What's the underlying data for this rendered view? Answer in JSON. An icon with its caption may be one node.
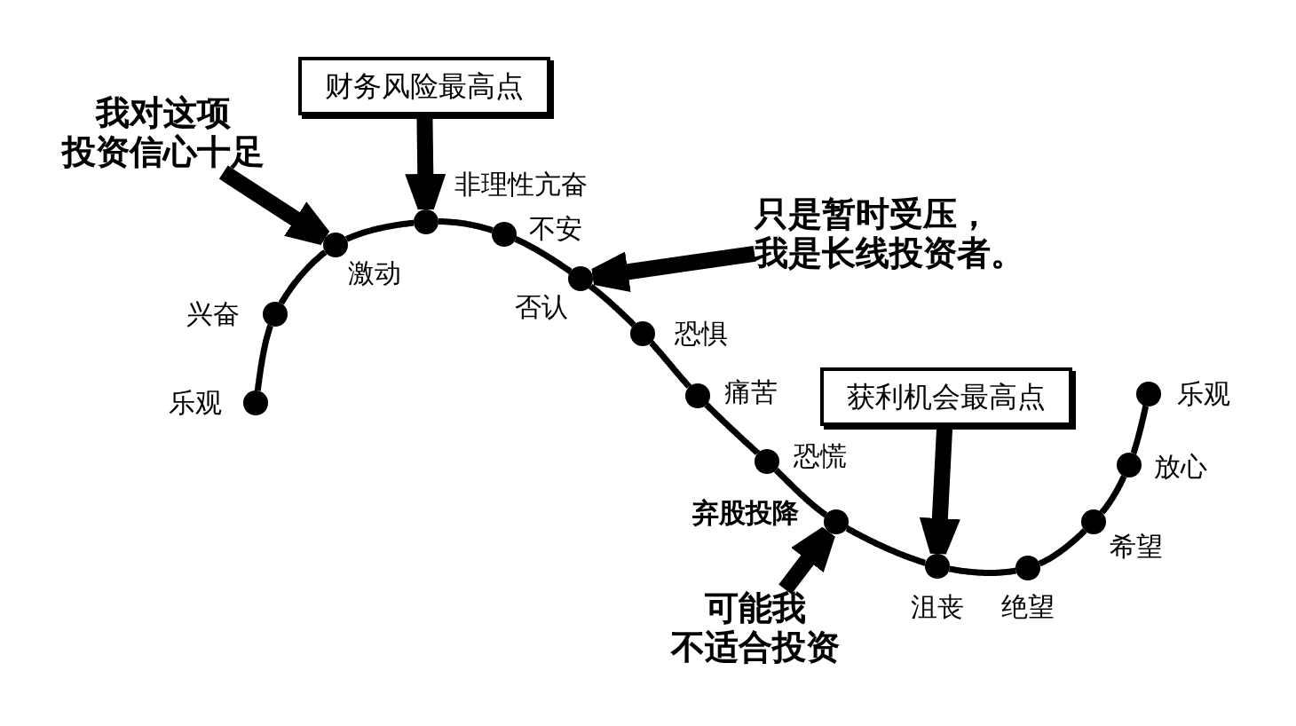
{
  "diagram": {
    "nodes": [
      {
        "text": [
          "我对这项投资信心十足"
        ]
      },
      {
        "text": [
          "财务风险最高点"
        ]
      },
      {
        "text": [
          "只是暂时受压，我是长线投资者。"
        ]
      },
      {
        "text": [
          "获利机会最高点"
        ]
      },
      {
        "text": [
          "可能我不适合投资"
        ]
      },
      {
        "text": [],
        "shape": "circle",
        "beside": [
          "乐观"
        ]
      },
      {
        "text": [],
        "shape": "circle",
        "beside": [
          "兴奋"
        ]
      },
      {
        "text": [],
        "shape": "circle",
        "beside": [
          "激动"
        ]
      },
      {
        "text": [],
        "shape": "circle",
        "beside": [
          "非理性亢奋"
        ]
      },
      {
        "text": [],
        "shape": "circle",
        "beside": [
          "不安"
        ]
      },
      {
        "text": [],
        "shape": "circle",
        "beside": [
          "否认"
        ]
      },
      {
        "text": [],
        "shape": "circle",
        "beside": [
          "恐惧"
        ]
      },
      {
        "text": [],
        "shape": "circle",
        "beside": [
          "痛苦"
        ]
      },
      {
        "text": [],
        "shape": "circle",
        "beside": [
          "恐慌"
        ]
      },
      {
        "text": [],
        "shape": "circle",
        "beside": [
          "弃股投降"
        ]
      },
      {
        "text": [],
        "shape": "circle",
        "beside": [
          "沮丧"
        ]
      },
      {
        "text": [],
        "shape": "circle",
        "beside": [
          "绝望"
        ]
      },
      {
        "text": [],
        "shape": "circle",
        "beside": [
          "希望"
        ]
      },
      {
        "text": [],
        "shape": "circle",
        "beside": [
          "放心"
        ]
      },
      {
        "text": [],
        "shape": "circle",
        "beside": [
          "乐观"
        ]
      }
    ],
    "edges": [
      {
        "from": 5,
        "to": 6,
        "arrow": "none"
      },
      {
        "from": 6,
        "to": 7,
        "arrow": "none"
      },
      {
        "from": 7,
        "to": 8,
        "arrow": "none"
      },
      {
        "from": 8,
        "to": 9,
        "arrow": "none"
      },
      {
        "from": 9,
        "to": 10,
        "arrow": "none"
      },
      {
        "from": 10,
        "to": 11,
        "arrow": "none"
      },
      {
        "from": 11,
        "to": 12,
        "arrow": "none"
      },
      {
        "from": 12,
        "to": 13,
        "arrow": "none"
      },
      {
        "from": 13,
        "to": 14,
        "arrow": "none"
      },
      {
        "from": 14,
        "to": 15,
        "arrow": "none"
      },
      {
        "from": 15,
        "to": 16,
        "arrow": "none"
      },
      {
        "from": 16,
        "to": 17,
        "arrow": "none"
      },
      {
        "from": 17,
        "to": 18,
        "arrow": "none"
      },
      {
        "from": 18,
        "to": 19,
        "arrow": "none"
      },
      {
        "from": 0,
        "to": 7,
        "arrow": "to",
        "style": "thick"
      },
      {
        "from": 1,
        "to": 8,
        "arrow": "to",
        "style": "thick"
      },
      {
        "from": 2,
        "to": 10,
        "arrow": "to",
        "style": "thick"
      },
      {
        "from": 3,
        "to": 15,
        "arrow": "to",
        "style": "thick"
      },
      {
        "from": 4,
        "to": 14,
        "arrow": "to",
        "style": "thick"
      }
    ]
  }
}
